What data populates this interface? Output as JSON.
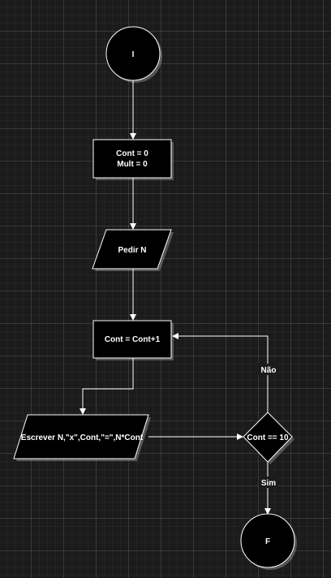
{
  "nodes": {
    "start": {
      "label": "I"
    },
    "init": {
      "lines": [
        "Cont = 0",
        "Mult = 0"
      ]
    },
    "input": {
      "label": "Pedir N"
    },
    "increment": {
      "label": "Cont = Cont+1"
    },
    "output": {
      "label": "Escrever N,\"x\",Cont,\"=\",N*Cont"
    },
    "decision": {
      "label": "Cont == 10"
    },
    "end": {
      "label": "F"
    }
  },
  "edges": {
    "no_label": "Não",
    "yes_label": "Sim"
  },
  "colors": {
    "background": "#1b1b1b",
    "shape_fill": "#000000",
    "stroke": "#ffffff",
    "text": "#ffffff"
  }
}
